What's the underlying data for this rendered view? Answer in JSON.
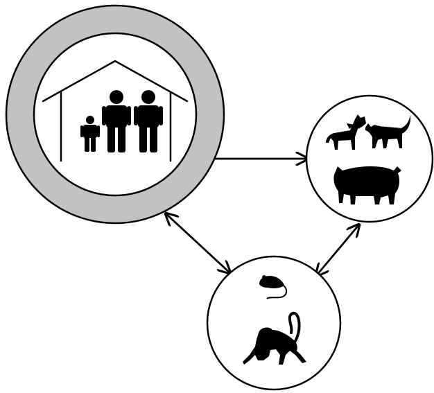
{
  "nodes": [
    {
      "id": "humans-household",
      "depicts": [
        "house",
        "child",
        "adult",
        "adult"
      ]
    },
    {
      "id": "domestic-animals",
      "depicts": [
        "dog",
        "cat",
        "pig"
      ]
    },
    {
      "id": "wild-animals",
      "depicts": [
        "rodent",
        "monkey"
      ]
    }
  ],
  "links": [
    {
      "from": "humans-household",
      "to": "domestic-animals",
      "direction": "both"
    },
    {
      "from": "humans-household",
      "to": "wild-animals",
      "direction": "both"
    },
    {
      "from": "domestic-animals",
      "to": "wild-animals",
      "direction": "both"
    }
  ],
  "colors": {
    "ring": "#c2c2c2",
    "stroke": "#000000",
    "fill": "#ffffff"
  }
}
